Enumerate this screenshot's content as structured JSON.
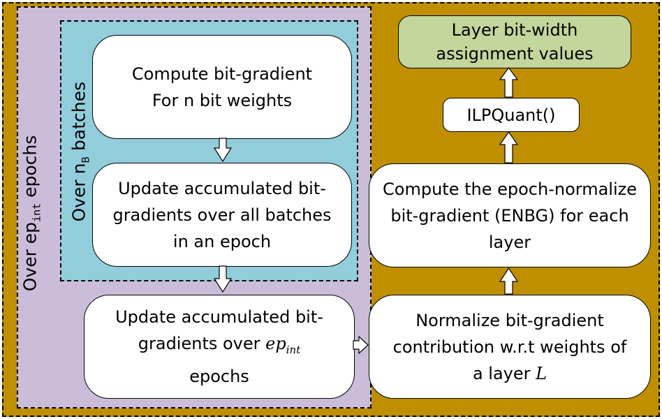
{
  "labels": {
    "outer_loop_prefix": "Over ep",
    "outer_loop_subscript": "int",
    "outer_loop_suffix": "epochs",
    "inner_loop_prefix": "Over n",
    "inner_loop_subscript": "B",
    "inner_loop_suffix": "batches"
  },
  "boxes": {
    "compute_bit_gradient": [
      "Compute bit-gradient",
      "For n bit weights"
    ],
    "update_batches": [
      "Update accumulated bit-",
      "gradients over all batches",
      "in an epoch"
    ],
    "update_epochs": {
      "line1": "Update accumulated bit-",
      "line2_prefix": "gradients over ",
      "line2_var": "ep",
      "line2_sub": "int",
      "line3": "epochs"
    },
    "normalize": {
      "line1": "Normalize bit-gradient",
      "line2": "contribution w.r.t weights of",
      "line3_prefix": "a layer ",
      "line3_var": "L"
    },
    "enbg": [
      "Compute the epoch-normalize",
      "bit-gradient (ENBG) for each",
      "layer"
    ],
    "ilpquant": "ILPQuant()",
    "output": [
      "Layer bit-width",
      "assignment values"
    ]
  },
  "colors": {
    "outer_bg": "#bf8f00",
    "epochs_bg": "#cbbdd9",
    "batches_bg": "#92cddc",
    "box_bg": "#ffffff",
    "output_bg": "#c3d69b"
  }
}
